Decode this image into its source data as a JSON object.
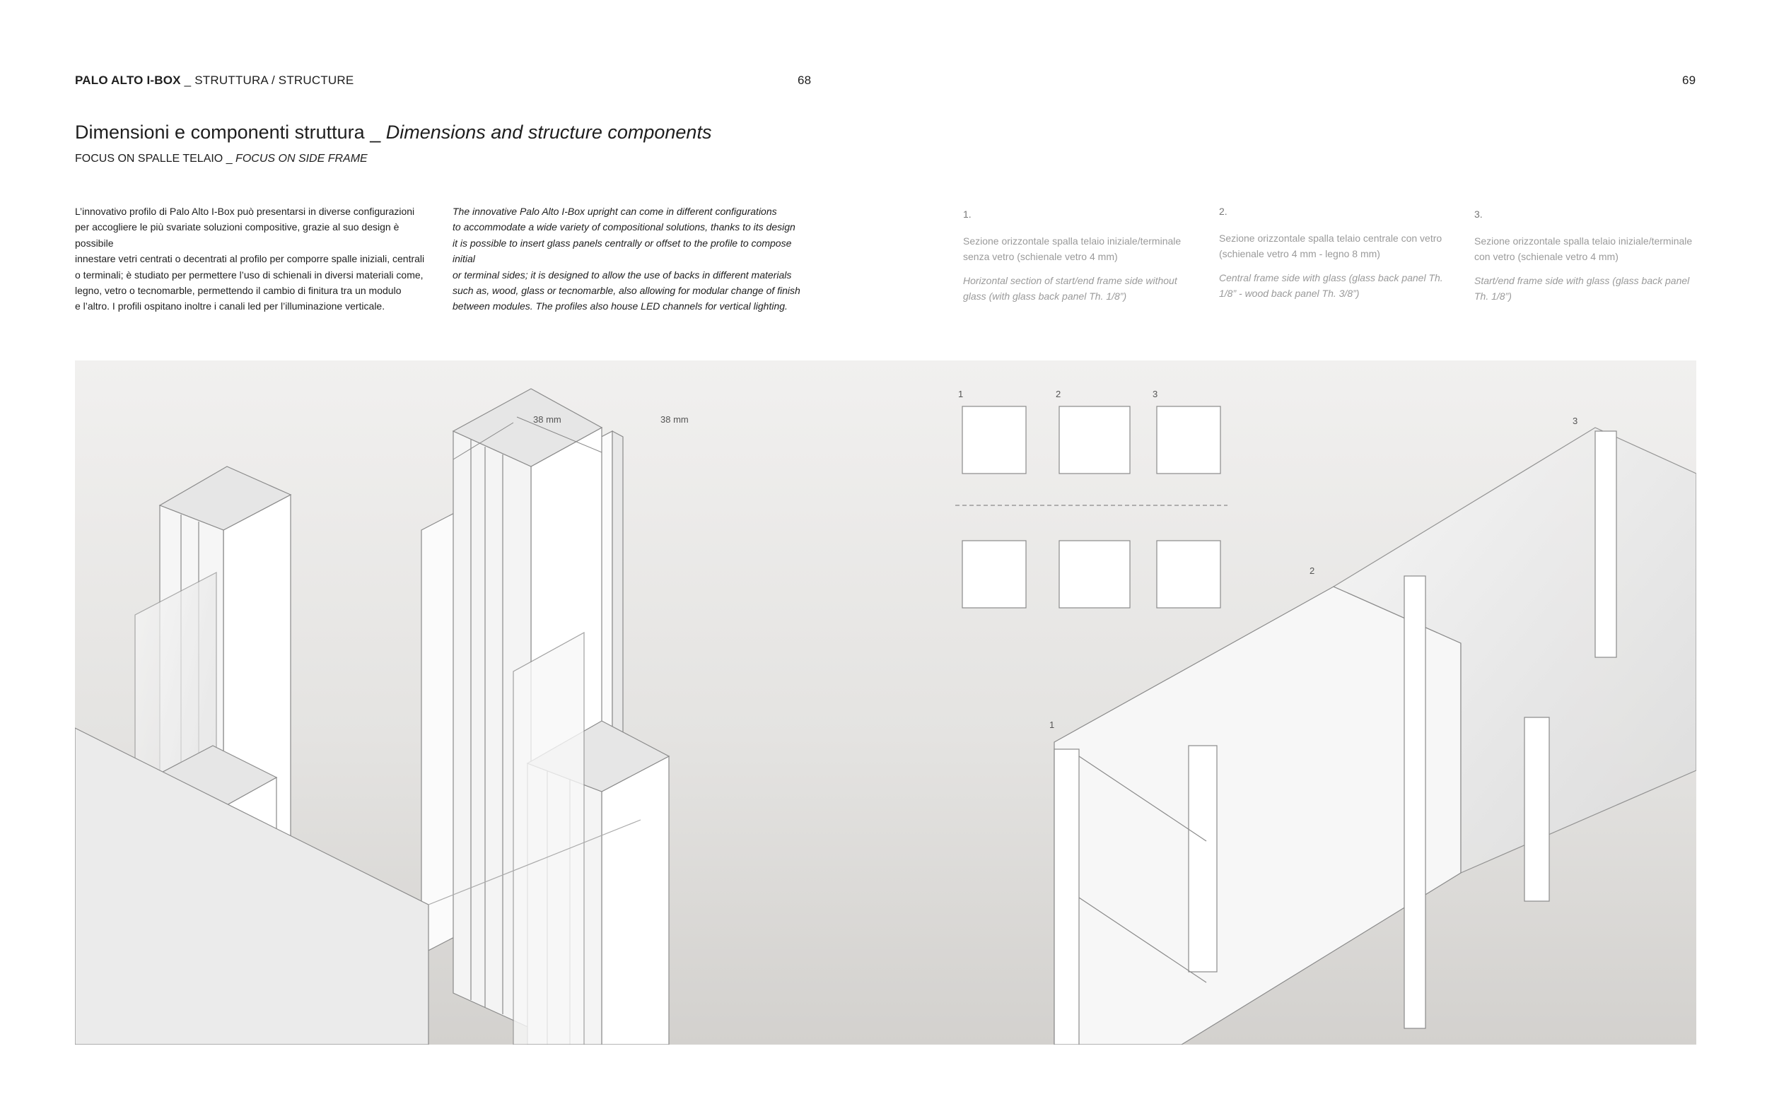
{
  "header": {
    "brand": "PALO ALTO I-BOX",
    "section": "_ STRUTTURA / STRUCTURE",
    "page_left": "68",
    "page_right": "69"
  },
  "title": {
    "it": "Dimensioni e componenti struttura _ ",
    "en": "Dimensions and structure components"
  },
  "subtitle": {
    "it": "FOCUS ON SPALLE TELAIO _ ",
    "en": "FOCUS ON SIDE FRAME"
  },
  "body_it": [
    "L’innovativo profilo di Palo Alto I-Box può presentarsi in diverse configurazioni",
    "per accogliere le più svariate soluzioni compositive, grazie al suo design è possibile",
    "innestare vetri centrati o decentrati al profilo per comporre spalle iniziali, centrali",
    "o terminali; è studiato per permettere l’uso di schienali in diversi materiali come,",
    "legno, vetro o tecnomarble, permettendo il cambio di finitura tra un modulo",
    "e l’altro. I profili ospitano inoltre i canali led per l’illuminazione verticale."
  ],
  "body_en": [
    "The innovative Palo Alto I-Box upright can come in different configurations",
    "to accommodate a wide variety of compositional solutions, thanks to its design",
    "it is possible to insert glass panels centrally or offset to the profile to compose initial",
    "or terminal sides; it is designed to allow the use of backs in different materials",
    "such as, wood, glass or tecnomarble, also allowing for modular change of finish",
    "between modules. The profiles also house LED channels for vertical lighting."
  ],
  "captions": [
    {
      "num": "1.",
      "it": "Sezione orizzontale spalla telaio iniziale/terminale senza vetro (schienale vetro 4 mm)",
      "en": "Horizontal section of start/end frame side without glass (with glass back panel Th. 1/8”)"
    },
    {
      "num": "2.",
      "it": "Sezione orizzontale spalla telaio centrale con vetro (schienale vetro 4 mm - legno 8 mm)",
      "en": "Central frame side with glass (glass back panel Th. 1/8” - wood back panel Th. 3/8”)"
    },
    {
      "num": "3.",
      "it": "Sezione orizzontale spalla telaio iniziale/terminale con vetro (schienale vetro 4 mm)",
      "en": "Start/end frame side with glass (glass back panel Th. 1/8”)"
    }
  ],
  "figure": {
    "dim_left": "38 mm",
    "dim_right": "38 mm",
    "section_labels": [
      "1",
      "2",
      "3"
    ],
    "assembly_labels": [
      "1",
      "2",
      "3"
    ]
  }
}
